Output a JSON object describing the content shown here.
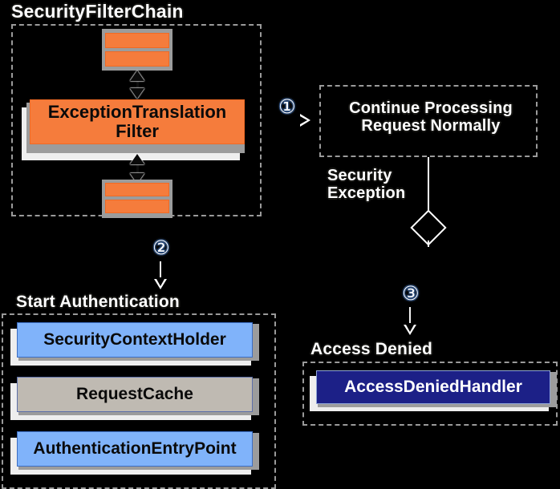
{
  "diagram": {
    "title": "Spring Security ExceptionTranslationFilter flow",
    "background": "#000000",
    "colors": {
      "orange": "#f57c3c",
      "light_blue": "#80b3fa",
      "tan": "#bfbab2",
      "navy": "#1c2087",
      "group_border": "#9a9a9a",
      "label_text": "#ffffff"
    }
  },
  "groups": {
    "security_filter_chain": {
      "label": "SecurityFilterChain"
    },
    "continue_processing": {
      "label": "Continue Processing\nRequest Normally"
    },
    "start_authentication": {
      "label": "Start Authentication"
    },
    "access_denied": {
      "label": "Access Denied"
    }
  },
  "nodes": {
    "filter_top_1": {
      "label": ""
    },
    "filter_top_2": {
      "label": ""
    },
    "exception_translation_filter": {
      "label": "ExceptionTranslation\nFilter"
    },
    "filter_bottom_1": {
      "label": ""
    },
    "filter_bottom_2": {
      "label": ""
    },
    "security_context_holder": {
      "label": "SecurityContextHolder"
    },
    "request_cache": {
      "label": "RequestCache"
    },
    "authentication_entry_point": {
      "label": "AuthenticationEntryPoint"
    },
    "access_denied_handler": {
      "label": "AccessDeniedHandler"
    }
  },
  "edges": {
    "security_exception_label": "Security\nException",
    "badge_1": "①",
    "badge_2": "②",
    "badge_3": "③"
  }
}
